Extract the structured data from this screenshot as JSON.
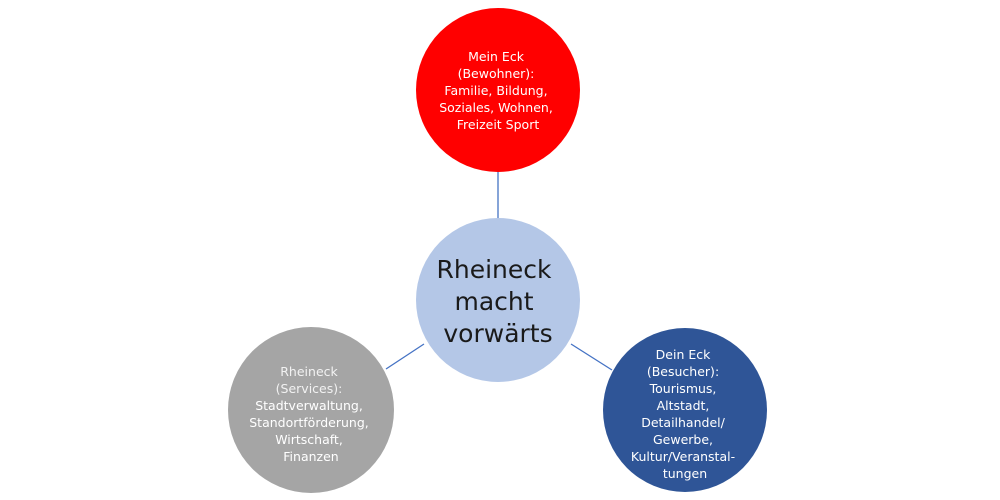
{
  "diagram": {
    "center": {
      "lines": [
        "Rheineck",
        "macht",
        "vorwärts"
      ],
      "color": "#b4c7e7",
      "text_color": "#1a1a1a"
    },
    "nodes": [
      {
        "id": "top",
        "lines": [
          "Mein Eck",
          "(Bewohner):",
          "Familie, Bildung,",
          "Soziales, Wohnen,",
          "Freizeit Sport"
        ],
        "color": "#ff0000",
        "text_color": "#ffffff"
      },
      {
        "id": "left",
        "lines": [
          "Rheineck",
          "(Services):",
          "Stadtverwaltung,",
          "Standortförderung,",
          "Wirtschaft,",
          "Finanzen"
        ],
        "color": "#a5a5a5",
        "text_color": "#ffffff"
      },
      {
        "id": "right",
        "lines": [
          "Dein Eck",
          "(Besucher):",
          "Tourismus,",
          "Altstadt,",
          "Detailhandel/",
          "Gewerbe,",
          "Kultur/Veranstal-",
          "tungen"
        ],
        "color": "#2f5597",
        "text_color": "#ffffff"
      }
    ],
    "connector_color": "#4472c4"
  }
}
